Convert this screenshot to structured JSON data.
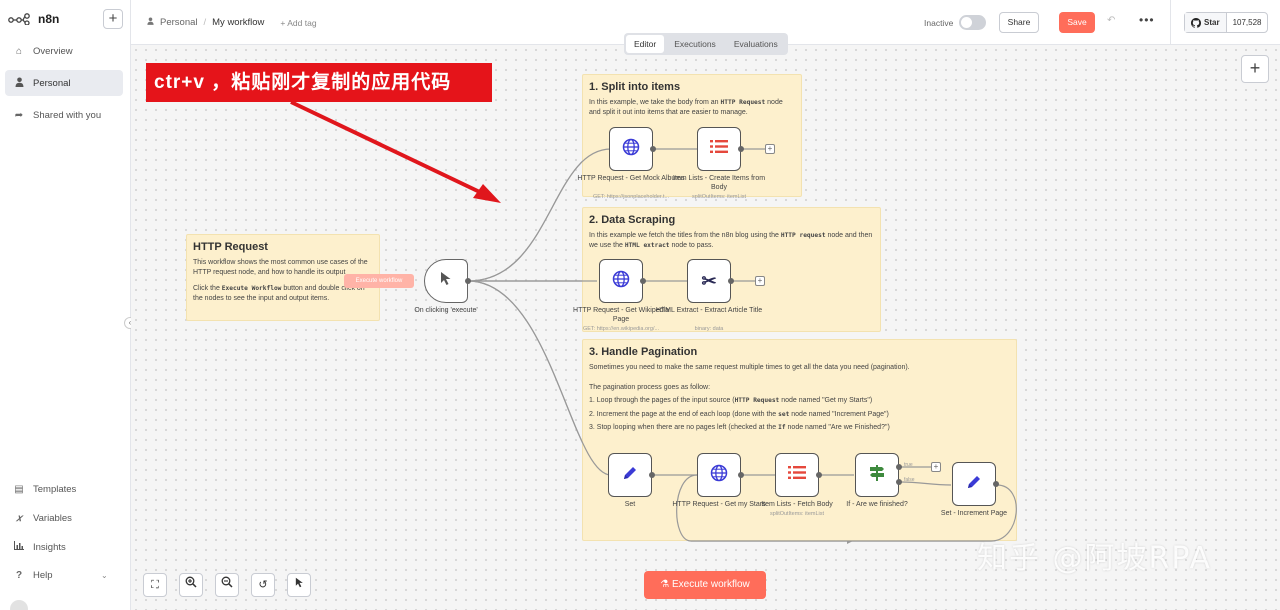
{
  "app": {
    "name": "n8n"
  },
  "sidebar": {
    "items": [
      {
        "label": "Overview",
        "icon": "home-icon"
      },
      {
        "label": "Personal",
        "icon": "user-icon"
      },
      {
        "label": "Shared with you",
        "icon": "share-icon"
      }
    ],
    "bottom_items": [
      {
        "label": "Templates",
        "icon": "templates-icon"
      },
      {
        "label": "Variables",
        "icon": "variables-icon"
      },
      {
        "label": "Insights",
        "icon": "insights-icon"
      },
      {
        "label": "Help",
        "icon": "help-icon"
      }
    ]
  },
  "header": {
    "breadcrumb_project": "Personal",
    "breadcrumb_separator": "/",
    "workflow_name": "My workflow",
    "add_tag": "+ Add tag",
    "status_label": "Inactive",
    "share_label": "Share",
    "save_label": "Save",
    "github_star": "Star",
    "github_count": "107,528"
  },
  "tabs": [
    {
      "label": "Editor",
      "active": true
    },
    {
      "label": "Executions",
      "active": false
    },
    {
      "label": "Evaluations",
      "active": false
    }
  ],
  "banner_text": "ctr+v ，粘贴刚才复制的应用代码",
  "notes": {
    "http": {
      "title": "HTTP Request",
      "line1": "This workflow shows the most common use cases of the HTTP request node, and how to handle its output",
      "line2a": "Click the ",
      "line2code": "Execute Workflow",
      "line2b": " button and double click on the nodes to see the input and output items."
    },
    "split": {
      "title": "1. Split into items",
      "a": "In this example, we take the body from an ",
      "code": "HTTP Request",
      "b": " node and split it out into items that are easier to manage."
    },
    "scrape": {
      "title": "2. Data Scraping",
      "a": "In this example we fetch the titles from the n8n blog using the ",
      "code1": "HTTP request",
      "b": " node and then we use the ",
      "code2": "HTML extract",
      "c": " node to pass."
    },
    "pagination": {
      "title": "3. Handle Pagination",
      "intro": "Sometimes you need to make the same request multiple times to get all the data you need (pagination).",
      "process": "The pagination process goes as follow:",
      "s1a": "1. Loop through the pages of the input source (",
      "s1code": "HTTP Request",
      "s1b": " node named \"Get my Starts\")",
      "s2a": "2. Increment the page at the end of each loop (done with the ",
      "s2code": "set",
      "s2b": " node named \"Increment Page\")",
      "s3a": "3. Stop looping when there are no pages left (checked at the ",
      "s3code": "If",
      "s3b": " node named \"Are we Finished?\")"
    }
  },
  "nodes": {
    "trigger": {
      "label": "On clicking 'execute'",
      "pill": "Execute workflow"
    },
    "mock": {
      "label": "HTTP Request - Get Mock Albums",
      "sub": "GET: https://jsonplaceholder.t...",
      "icon": "globe-icon"
    },
    "itemlists1": {
      "label": "Item Lists - Create Items from Body",
      "sub": "splitOutItems: itemList",
      "icon": "list-icon"
    },
    "wiki": {
      "label": "HTTP Request - Get Wikipedia Page",
      "sub": "GET: https://en.wikipedia.org/...",
      "icon": "globe-icon"
    },
    "extract": {
      "label": "HTML Extract - Extract Article Title",
      "sub": "binary: data",
      "icon": "scissors-icon"
    },
    "set": {
      "label": "Set",
      "icon": "pencil-icon"
    },
    "stars": {
      "label": "HTTP Request - Get my Stars",
      "icon": "globe-icon"
    },
    "fetchbody": {
      "label": "Item Lists - Fetch Body",
      "sub": "splitOutItems: itemList",
      "icon": "list-icon"
    },
    "iffinished": {
      "label": "If - Are we finished?",
      "true_label": "true",
      "false_label": "false",
      "icon": "signpost-icon"
    },
    "increment": {
      "label": "Set - Increment Page",
      "icon": "pencil-icon"
    }
  },
  "run_button": "Execute workflow",
  "watermark": "知乎 @阿坡RPA",
  "colors": {
    "accent": "#ff6d5a",
    "note_bg": "#fdf0cd",
    "banner": "#e5141a",
    "arrow": "#e0161c"
  }
}
